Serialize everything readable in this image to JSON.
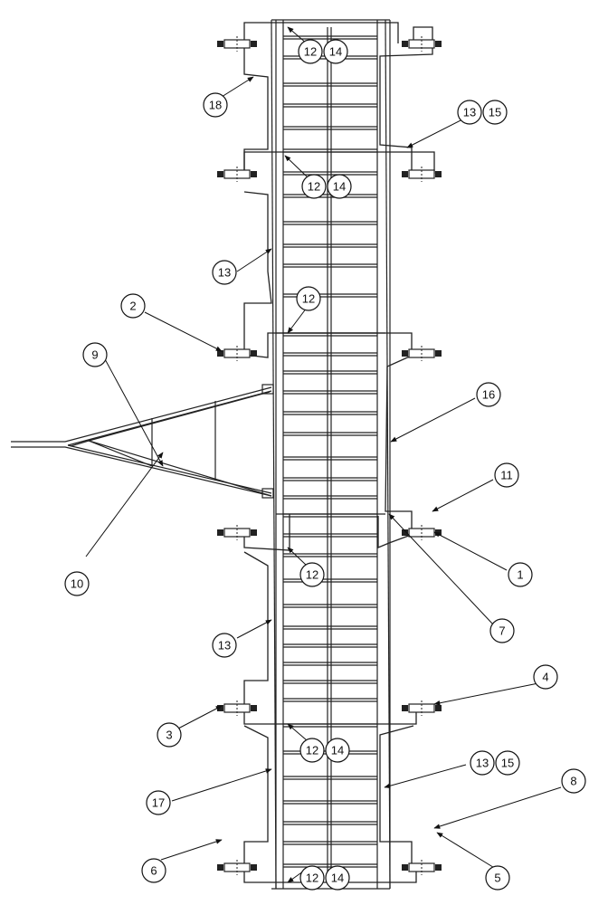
{
  "diagram": {
    "callouts": [
      {
        "id": "c12a",
        "text": "12"
      },
      {
        "id": "c14a",
        "text": "14"
      },
      {
        "id": "c18",
        "text": "18"
      },
      {
        "id": "c13a",
        "text": "13"
      },
      {
        "id": "c15a",
        "text": "15"
      },
      {
        "id": "c12b",
        "text": "12"
      },
      {
        "id": "c14b",
        "text": "14"
      },
      {
        "id": "c13b",
        "text": "13"
      },
      {
        "id": "c12c",
        "text": "12"
      },
      {
        "id": "c2",
        "text": "2"
      },
      {
        "id": "c9",
        "text": "9"
      },
      {
        "id": "c16",
        "text": "16"
      },
      {
        "id": "c11",
        "text": "11"
      },
      {
        "id": "c10",
        "text": "10"
      },
      {
        "id": "c1",
        "text": "1"
      },
      {
        "id": "c12d",
        "text": "12"
      },
      {
        "id": "c7",
        "text": "7"
      },
      {
        "id": "c13c",
        "text": "13"
      },
      {
        "id": "c4",
        "text": "4"
      },
      {
        "id": "c3",
        "text": "3"
      },
      {
        "id": "c12e",
        "text": "12"
      },
      {
        "id": "c14e",
        "text": "14"
      },
      {
        "id": "c13d",
        "text": "13"
      },
      {
        "id": "c15d",
        "text": "15"
      },
      {
        "id": "c17",
        "text": "17"
      },
      {
        "id": "c8",
        "text": "8"
      },
      {
        "id": "c6",
        "text": "6"
      },
      {
        "id": "c5",
        "text": "5"
      },
      {
        "id": "c12f",
        "text": "12"
      },
      {
        "id": "c14f",
        "text": "14"
      }
    ]
  }
}
